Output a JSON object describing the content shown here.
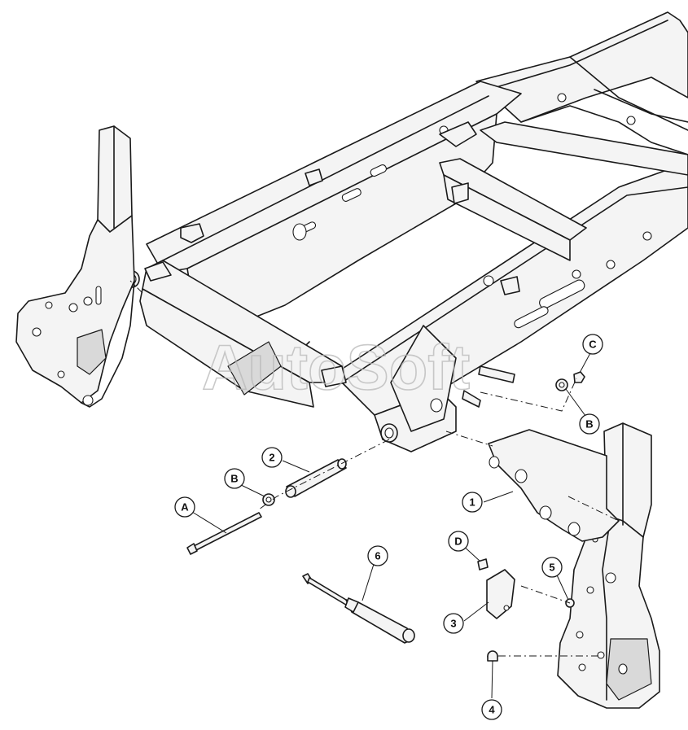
{
  "watermark": "AutoSoft",
  "callouts": {
    "c1": "1",
    "c2": "2",
    "c3": "3",
    "c4": "4",
    "c5": "5",
    "c6": "6",
    "cA": "A",
    "cB_top": "B",
    "cB_left": "B",
    "cC": "C",
    "cD": "D"
  },
  "colors": {
    "line": "#1a1a1a",
    "fill": "#f4f4f4",
    "shade": "#d9d9d9",
    "watermark": "#b8b8b8"
  }
}
